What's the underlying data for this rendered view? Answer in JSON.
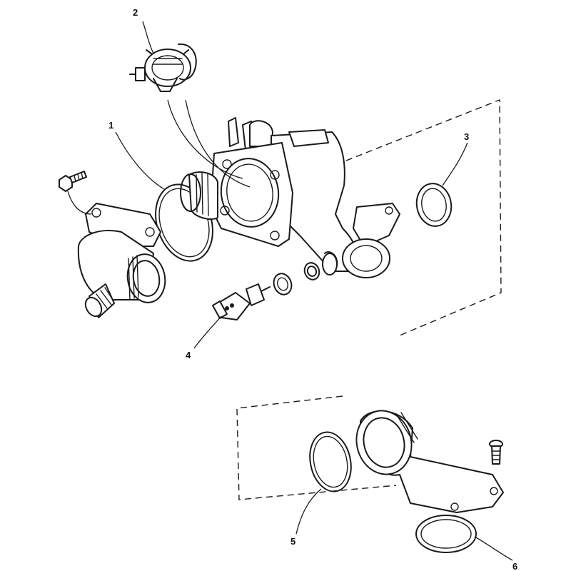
{
  "diagram": {
    "callouts": [
      {
        "id": "1",
        "label": "1"
      },
      {
        "id": "2",
        "label": "2"
      },
      {
        "id": "3",
        "label": "3"
      },
      {
        "id": "4",
        "label": "4"
      },
      {
        "id": "5",
        "label": "5"
      },
      {
        "id": "6",
        "label": "6"
      }
    ]
  },
  "colors": {
    "ink": "#1a1a1a",
    "background": "#ffffff"
  }
}
